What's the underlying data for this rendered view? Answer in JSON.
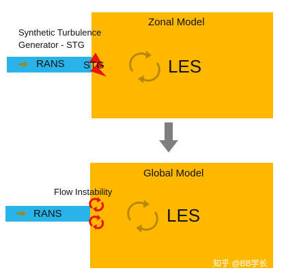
{
  "zonal": {
    "title": "Zonal Model",
    "les_label": "LES",
    "rans_label": "RANS",
    "stg_label": "STG",
    "stg_title_line1": "Synthetic Turbulence",
    "stg_title_line2": "Generator - STG"
  },
  "global": {
    "title": "Global Model",
    "les_label": "LES",
    "rans_label": "RANS",
    "instability_label": "Flow Instability"
  },
  "watermark": "知乎 @BB学长",
  "colors": {
    "panel": "#FFB800",
    "rans_bar": "#2AB3E8",
    "circular_arrow": "#B8860B",
    "transition_arrow": "#7F7F7F",
    "stg_wedge": "#E8140C",
    "instability_arrows": "#E8140C"
  }
}
